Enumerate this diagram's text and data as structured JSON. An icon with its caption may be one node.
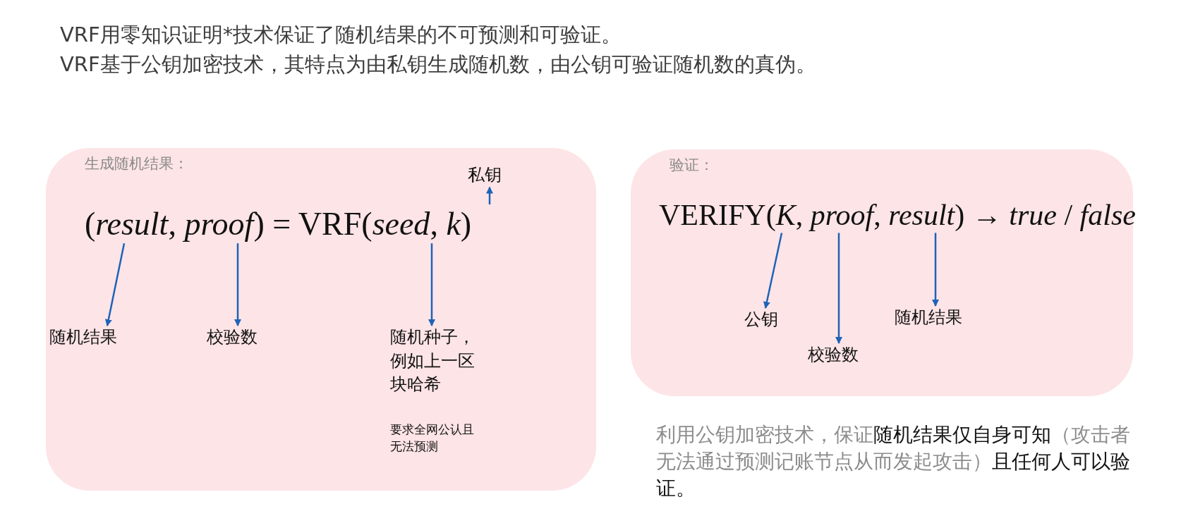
{
  "diagram": {
    "title": "VRF用零知识证明*技术保证了随机结果的不可预测和可验证。",
    "nodes": [
      {
        "text": [
          "生成随机结果："
        ]
      },
      {
        "text": [
          "(*result*, *proof*) = VRF(*seed*, *k*)"
        ],
        "in": 0
      },
      {
        "text": [
          "私钥"
        ],
        "in": 0
      },
      {
        "text": [
          "随机结果"
        ],
        "in": 0
      },
      {
        "text": [
          "校验数"
        ],
        "in": 0
      },
      {
        "text": [
          "随机种子，例如上一区块哈希"
        ],
        "in": 0,
        "beside": [
          "要求全网公认且无法预测"
        ]
      },
      {
        "text": [
          "验证："
        ]
      },
      {
        "text": [
          "VERIFY(*K*, *proof*, *result*) → *true* / *false*"
        ],
        "in": 6
      },
      {
        "text": [
          "公钥"
        ],
        "in": 6
      },
      {
        "text": [
          "校验数"
        ],
        "in": 6
      },
      {
        "text": [
          "随机结果"
        ],
        "in": 6
      }
    ],
    "edges": [
      {
        "from": 1,
        "to": 3,
        "arrow": "to"
      },
      {
        "from": 1,
        "to": 4,
        "arrow": "to"
      },
      {
        "from": 1,
        "to": 5,
        "arrow": "to"
      },
      {
        "from": 1,
        "to": 2,
        "arrow": "to"
      },
      {
        "from": 7,
        "to": 8,
        "arrow": "to"
      },
      {
        "from": 7,
        "to": 9,
        "arrow": "to"
      },
      {
        "from": 7,
        "to": 10,
        "arrow": "to"
      }
    ],
    "labels": [
      "VRF基于公钥加密技术，其特点为由私钥生成随机数，由公钥可验证随机数的真伪。",
      "利用公钥加密技术，保证**随机结果仅自身可知**（攻击者无法通过预测记账节点从而发起攻击）**且任何人可以验证。**"
    ]
  }
}
